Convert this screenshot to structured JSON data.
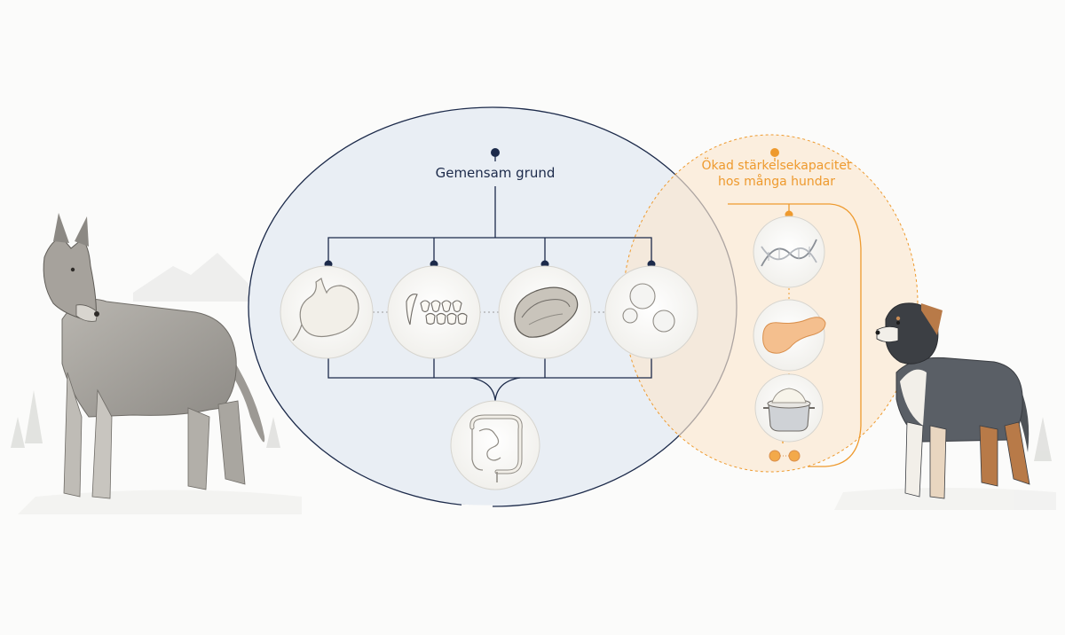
{
  "common_ground": {
    "title": "Gemensam grund",
    "icons": [
      "stomach-icon",
      "teeth-icon",
      "meat-icon",
      "fat-globules-icon",
      "intestine-icon"
    ]
  },
  "starch_capacity": {
    "title_line1": "Ökad stärkelsekapacitet",
    "title_line2": "hos många hundar",
    "icons": [
      "dna-icon",
      "pancreas-icon",
      "rice-pot-icon",
      "glucose-icon"
    ]
  },
  "colors": {
    "navy": "#1c2a4a",
    "orange": "#ee9a2e",
    "common_fill": "#e9eef4",
    "starch_fill": "#fbe6d0"
  }
}
